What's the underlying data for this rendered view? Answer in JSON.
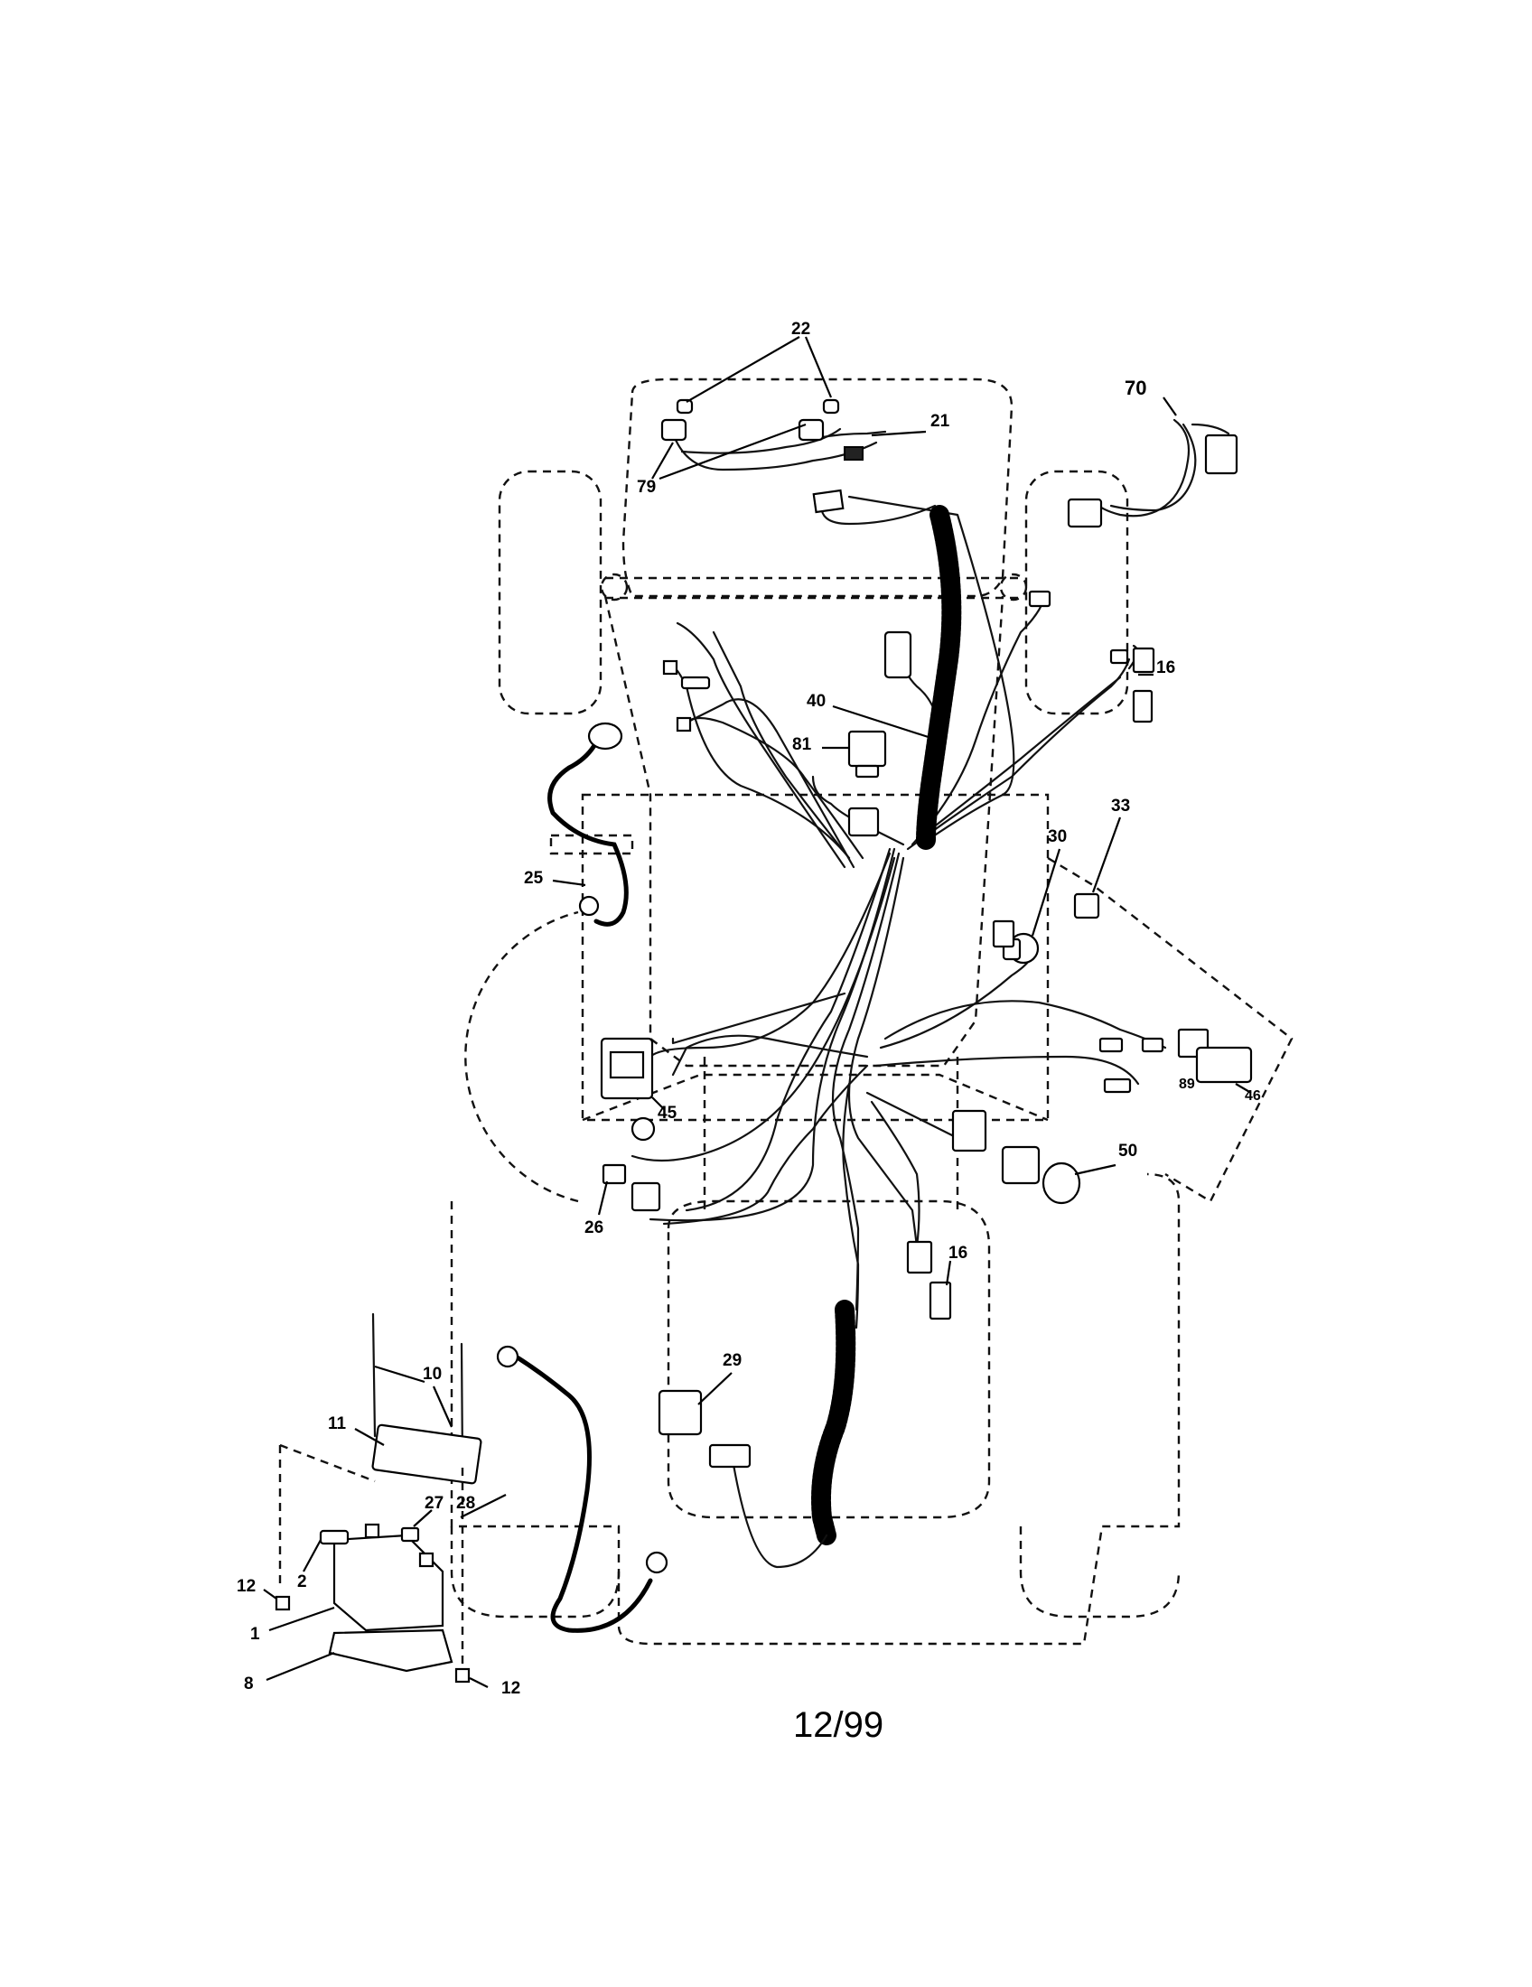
{
  "diagram": {
    "callouts": [
      "22",
      "70",
      "21",
      "79",
      "16",
      "40",
      "81",
      "33",
      "30",
      "25",
      "45",
      "89",
      "46",
      "50",
      "26",
      "16",
      "10",
      "29",
      "11",
      "27",
      "28",
      "12",
      "2",
      "1",
      "8",
      "12"
    ],
    "footer_date": "12/99"
  }
}
